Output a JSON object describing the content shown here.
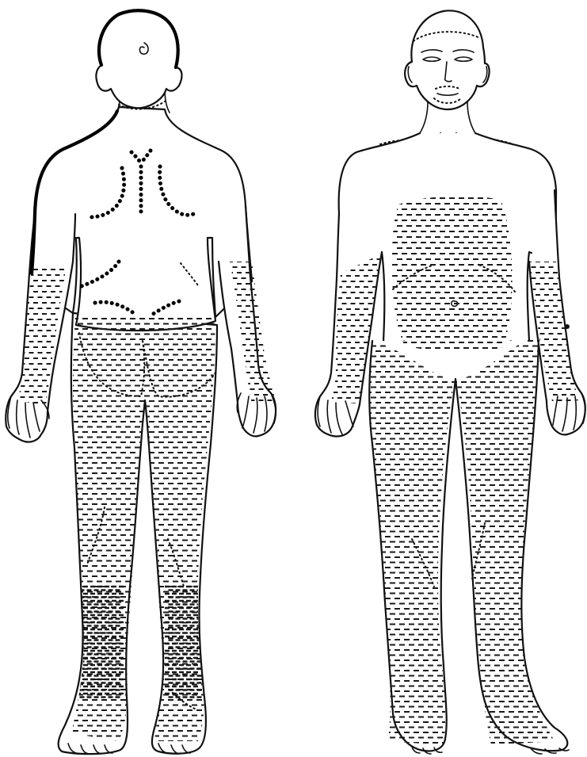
{
  "figure": {
    "panels": [
      {
        "id": "back-view",
        "view": "posterior"
      },
      {
        "id": "front-view",
        "view": "anterior"
      }
    ],
    "ink_color": "#111111",
    "background_color": "#ffffff",
    "marking_style": "dashed hatching"
  }
}
